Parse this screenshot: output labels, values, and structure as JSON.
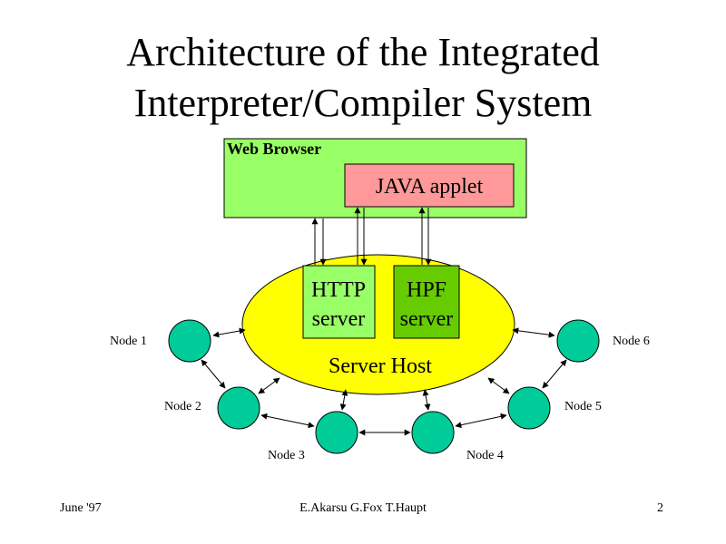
{
  "slide": {
    "title_line1": "Architecture of the Integrated",
    "title_line2": "Interpreter/Compiler System"
  },
  "diagram": {
    "web_browser_label": "Web Browser",
    "java_applet_label": "JAVA applet",
    "http_server_line1": "HTTP",
    "http_server_line2": "server",
    "hpf_server_line1": "HPF",
    "hpf_server_line2": "server",
    "server_host_label": "Server Host",
    "nodes": [
      "Node 1",
      "Node 2",
      "Node 3",
      "Node 4",
      "Node 5",
      "Node 6"
    ],
    "colors": {
      "web_browser_fill": "#99ff66",
      "java_applet_fill": "#ff9999",
      "server_host_fill": "#ffff00",
      "http_server_fill": "#99ff66",
      "hpf_server_fill": "#66cc00",
      "node_fill": "#00cc99"
    }
  },
  "footer": {
    "date": "June '97",
    "authors": "E.Akarsu G.Fox T.Haupt",
    "page": "2"
  }
}
